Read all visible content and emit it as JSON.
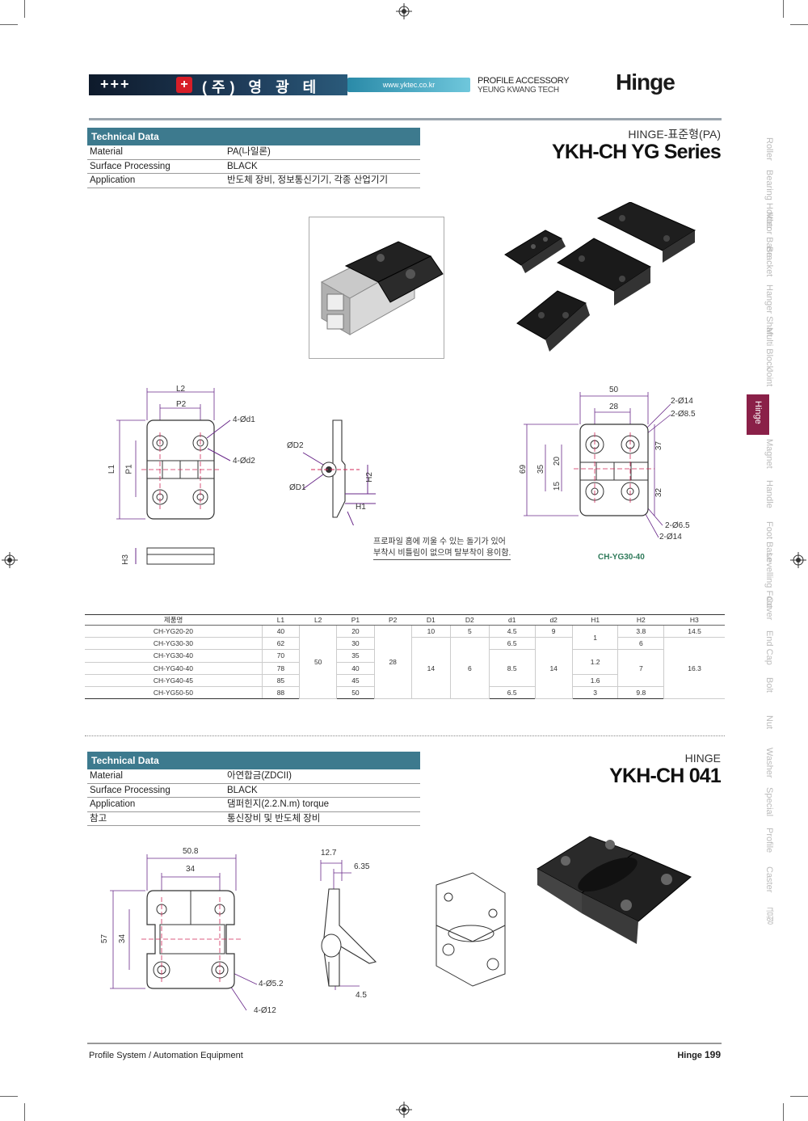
{
  "header": {
    "plus": "+++",
    "logo_symbol": "+",
    "company": "(주) 영 광 테 크",
    "url": "www.yktec.co.kr",
    "sub1": "PROFILE ACCESSORY",
    "sub2": "YEUNG KWANG TECH",
    "title": "Hinge"
  },
  "section1": {
    "tech_head": "Technical Data",
    "rows": [
      {
        "k": "Material",
        "v": "PA(나일론)"
      },
      {
        "k": "Surface Processing",
        "v": "BLACK"
      },
      {
        "k": "Application",
        "v": "반도체 장비, 정보통신기기, 각종 산업기기"
      }
    ],
    "subtitle": "HINGE-표준형(PA)",
    "title": "YKH-CH YG Series",
    "note_line1": "프로파일 홈에 끼울 수 있는 돌기가 있어",
    "note_line2": "부착시 비틀림이 없으며 탈부착이 용이함.",
    "model_label": "CH-YG30-40",
    "dims_left": {
      "L2": "L2",
      "P2": "P2",
      "d1": "4-Ød1",
      "d2": "4-Ød2",
      "L1": "L1",
      "P1": "P1",
      "H3": "H3"
    },
    "dims_mid": {
      "D2": "ØD2",
      "D1": "ØD1",
      "H2": "H2",
      "H1": "H1"
    },
    "dims_right": {
      "w50": "50",
      "w28": "28",
      "h69": "69",
      "h35": "35",
      "h20": "20",
      "h15": "15",
      "h37": "37",
      "h32": "32",
      "c1": "2-Ø14",
      "c2": "2-Ø8.5",
      "c3": "2-Ø6.5",
      "c4": "2-Ø14"
    }
  },
  "spec_table": {
    "headers": [
      "제품명",
      "L1",
      "L2",
      "P1",
      "P2",
      "D1",
      "D2",
      "d1",
      "d2",
      "H1",
      "H2",
      "H3"
    ],
    "rows": [
      [
        "CH-YG20-20",
        "40",
        "50",
        "20",
        "28",
        "10",
        "5",
        "4.5",
        "9",
        "1",
        "3.8",
        "14.5"
      ],
      [
        "CH-YG30-30",
        "62",
        "",
        "30",
        "",
        "14",
        "6",
        "6.5",
        "14",
        "",
        "6",
        "16.3"
      ],
      [
        "CH-YG30-40",
        "70",
        "",
        "35",
        "",
        "",
        "",
        "8.5",
        "",
        "1.2",
        "7",
        ""
      ],
      [
        "CH-YG40-40",
        "78",
        "",
        "40",
        "",
        "",
        "",
        "",
        "",
        "",
        "",
        ""
      ],
      [
        "CH-YG40-45",
        "85",
        "",
        "45",
        "",
        "",
        "",
        "",
        "",
        "1.6",
        "",
        ""
      ],
      [
        "CH-YG50-50",
        "88",
        "",
        "50",
        "",
        "",
        "",
        "6.5",
        "",
        "3",
        "9.8",
        ""
      ]
    ]
  },
  "section2": {
    "tech_head": "Technical Data",
    "rows": [
      {
        "k": "Material",
        "v": "아연합금(ZDCII)"
      },
      {
        "k": "Surface Processing",
        "v": "BLACK"
      },
      {
        "k": "Application",
        "v": "댐퍼힌지(2.2.N.m) torque"
      },
      {
        "k": "참고",
        "v": "통신장비 및 반도체 장비"
      }
    ],
    "subtitle": "HINGE",
    "title": "YKH-CH 041",
    "dims": {
      "w508": "50.8",
      "w34": "34",
      "h57": "57",
      "h34": "34",
      "c1": "4-Ø5.2",
      "c2": "4-Ø12",
      "t127": "12.7",
      "t635": "6.35",
      "t45": "4.5"
    }
  },
  "side_tabs": [
    "Roller",
    "Bearing Holder",
    "Motor Base",
    "Bracket",
    "Hanger Shaft",
    "Multi Block",
    "Joint",
    "Hinge",
    "Magnet",
    "Handle",
    "Foot Base",
    "Levelling Foot",
    "Cover",
    "End Cap",
    "Bolt",
    "Nut",
    "Washer",
    "Special",
    "Profile",
    "Caster",
    "금형"
  ],
  "footer": {
    "left": "Profile System / Automation Equipment",
    "right_label": "Hinge",
    "page": "199"
  },
  "colors": {
    "tech_head": "#3d7a8e",
    "active_tab": "#8a2048",
    "dim_line": "#6a2a8a",
    "center_line": "#d02a5a"
  }
}
